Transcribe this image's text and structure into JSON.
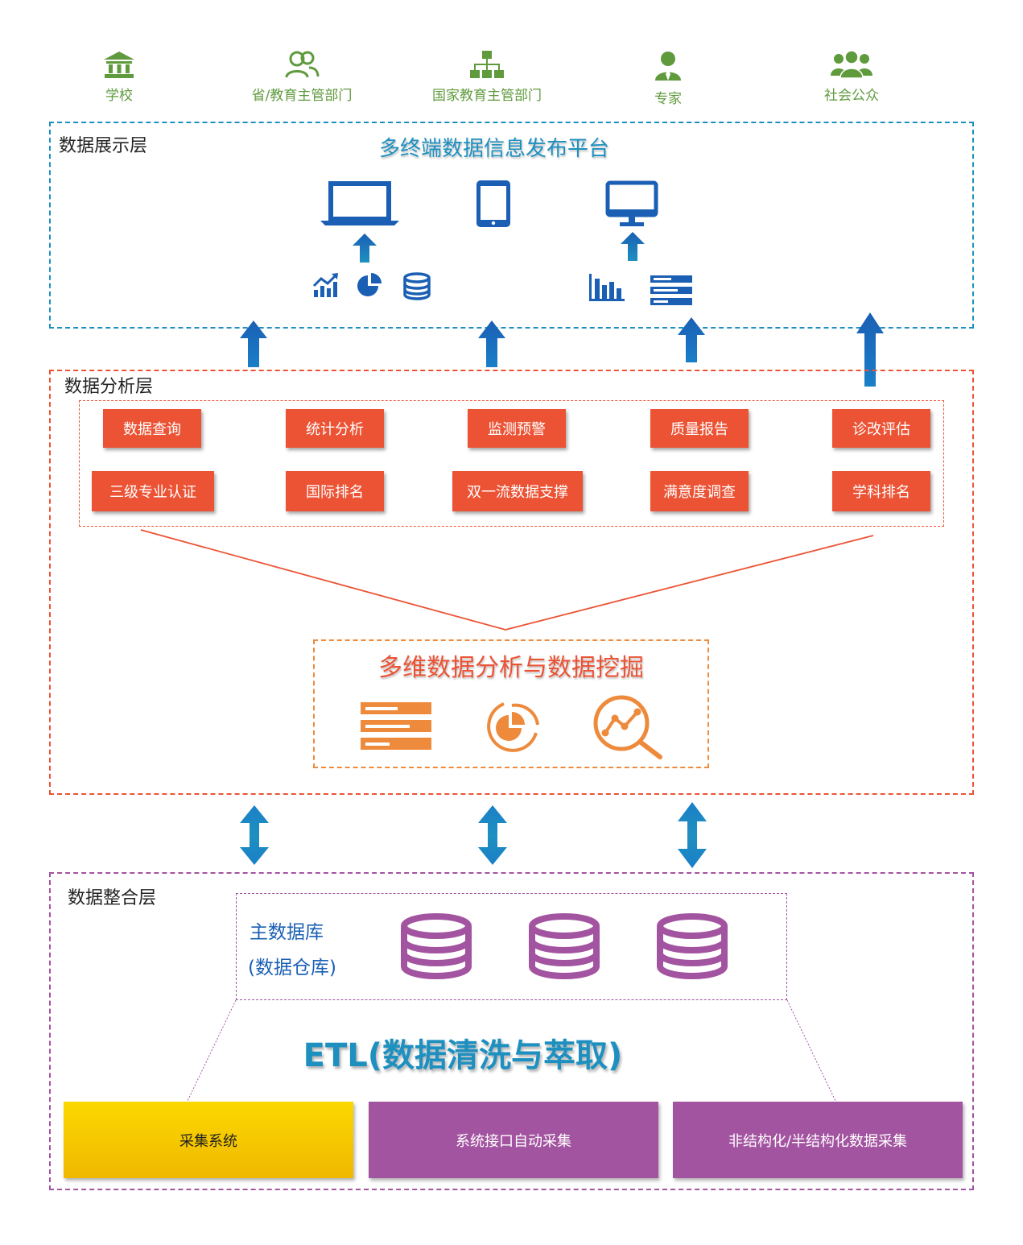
{
  "colors": {
    "stakeholder_green": "#5f9a3d",
    "presentation_blue": "#1e90c0",
    "icon_blue": "#1a5fb4",
    "analysis_red": "#ec5335",
    "analysis_orange": "#ee8a3c",
    "integration_purple": "#a354a0",
    "collect_yellow": "#f5c400"
  },
  "stakeholders": [
    {
      "label": "学校",
      "icon": "bank-icon"
    },
    {
      "label": "省/教育主管部门",
      "icon": "users-icon"
    },
    {
      "label": "国家教育主管部门",
      "icon": "org-chart-icon"
    },
    {
      "label": "专家",
      "icon": "expert-icon"
    },
    {
      "label": "社会公众",
      "icon": "group-icon"
    }
  ],
  "presentation_layer": {
    "title": "数据展示层",
    "platform_title": "多终端数据信息发布平台",
    "devices": [
      "laptop-icon",
      "phone-icon",
      "monitor-icon"
    ],
    "left_icons": [
      "trend-chart-icon",
      "pie-chart-icon",
      "database-icon"
    ],
    "right_icons": [
      "bar-chart-icon",
      "list-icon"
    ]
  },
  "analysis_layer": {
    "title": "数据分析层",
    "functions_row1": [
      "数据查询",
      "统计分析",
      "监测预警",
      "质量报告",
      "诊改评估"
    ],
    "functions_row2": [
      "三级专业认证",
      "国际排名",
      "双一流数据支撑",
      "满意度调查",
      "学科排名"
    ],
    "mining_title": "多维数据分析与数据挖掘",
    "mining_icons": [
      "list-icon",
      "pie-chart-icon",
      "trend-search-icon"
    ]
  },
  "integration_layer": {
    "title": "数据整合层",
    "db_title": "主数据库",
    "db_subtitle": "(数据仓库)",
    "etl_title": "ETL(数据清洗与萃取)",
    "sources": [
      "采集系统",
      "系统接口自动采集",
      "非结构化/半结构化数据采集"
    ]
  }
}
